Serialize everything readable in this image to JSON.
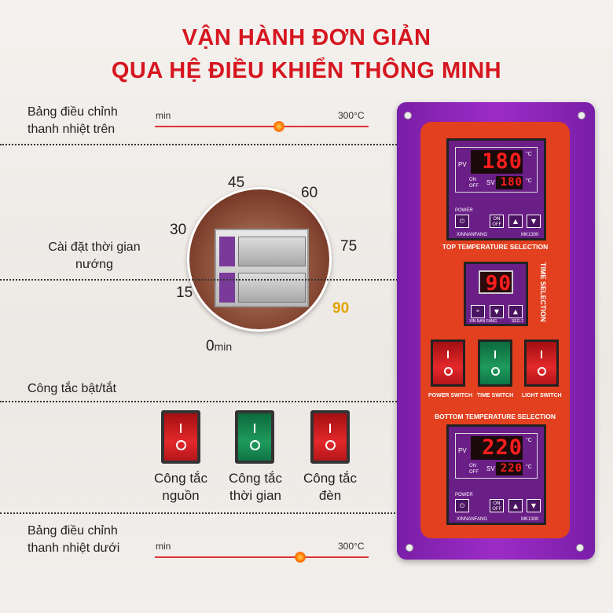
{
  "title": {
    "line1": "VẬN HÀNH ĐƠN GIẢN",
    "line2": "QUA HỆ ĐIỀU KHIỂN THÔNG MINH"
  },
  "top_heater": {
    "label_line1": "Bảng điều chỉnh",
    "label_line2": "thanh nhiệt trên",
    "min": "min",
    "max": "300°C"
  },
  "timer": {
    "label_line1": "Cài đặt thời gian",
    "label_line2": "nướng",
    "ticks": [
      "0",
      "15",
      "30",
      "45",
      "60",
      "75",
      "90"
    ],
    "unit": "min",
    "selected": "90",
    "selected_color": "#e0a400"
  },
  "switches": {
    "label": "Công tắc bật/tắt",
    "items": [
      {
        "line1": "Công tắc",
        "line2": "nguồn",
        "color": "red"
      },
      {
        "line1": "Công tắc",
        "line2": "thời gian",
        "color": "green"
      },
      {
        "line1": "Công tắc",
        "line2": "đèn",
        "color": "red"
      }
    ]
  },
  "bottom_heater": {
    "label_line1": "Bảng điều chỉnh",
    "label_line2": "thanh nhiệt dưới",
    "min": "min",
    "max": "300°C"
  },
  "panel": {
    "top_controller": {
      "pv_label": "PV",
      "pv": "180",
      "sv_label": "SV",
      "sv": "180",
      "unit": "°C",
      "on": "ON",
      "off": "OFF",
      "power": "POWER",
      "onoff": "ON OFF",
      "brand": "XINNANFANG",
      "model": "MK1300",
      "caption": "TOP TEMPERATURE SELECTION"
    },
    "time_controller": {
      "value": "90",
      "brand": "XIN NAN FANG",
      "model": "SEG-2",
      "caption": "TIME SELECTION"
    },
    "switches": [
      "POWER SWITCH",
      "TIME SWITCH",
      "LIGHT SWITCH"
    ],
    "bottom_controller": {
      "pv_label": "PV",
      "pv": "220",
      "sv_label": "SV",
      "sv": "220",
      "unit": "°C",
      "on": "ON",
      "off": "OFF",
      "power": "POWER",
      "onoff": "ON OFF",
      "brand": "XINNANFANG",
      "model": "MK1300",
      "caption": "BOTTOM TEMPERATURE SELECTION"
    }
  },
  "colors": {
    "title": "#d6161f",
    "panel_purple": "#8e27b8",
    "panel_orange": "#e2401f",
    "switch_red": "#d41f22",
    "switch_green": "#1a8a52"
  }
}
